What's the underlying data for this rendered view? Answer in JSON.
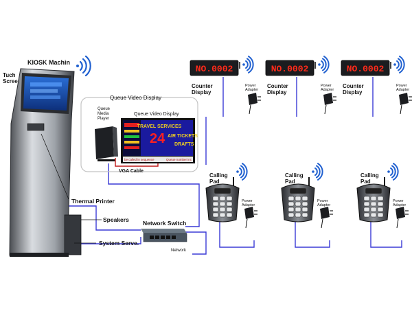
{
  "kiosk": {
    "title": "KIOSK Machin",
    "touch_label": "Tuch\nScreen"
  },
  "labels": {
    "thermal_printer": "Thermal Printer",
    "speakers": "Speakers",
    "system_server": "System Serve.",
    "network_switch": "Network Switch",
    "vga_cable": "VGA Cable",
    "network": "Network"
  },
  "video_panel": {
    "title": "Queue Video Display",
    "player_label": "Queue\nMedia\nPlayer",
    "display_label": "Queue Video Display",
    "screen": {
      "line1": "TRAVEL SERVICES",
      "line2": "AIR TICKETS",
      "line3": "DRAFTS",
      "big_number": "24",
      "footer_left": "be called in sequence",
      "footer_right": "Queue number inc"
    }
  },
  "counter_displays": [
    {
      "number": "NO.0002",
      "label": "Counter\nDisplay",
      "adapter": "Power\nAdapter"
    },
    {
      "number": "NO.0002",
      "label": "Counter\nDisplay",
      "adapter": "Power\nAdapter"
    },
    {
      "number": "NO.0002",
      "label": "Counter\nDisplay",
      "adapter": "Power\nAdapter"
    }
  ],
  "calling_pads": [
    {
      "label": "Calling\nPad",
      "adapter": "Power\nAdapter"
    },
    {
      "label": "Calling\nPad",
      "adapter": "Power\nAdapter"
    },
    {
      "label": "Calling\nPad",
      "adapter": "Power\nAdapter"
    }
  ],
  "colors": {
    "wire": "#3a3ad6",
    "wifi": "#2060d0",
    "vga": "#c01818",
    "led": "#ff2a1a"
  }
}
